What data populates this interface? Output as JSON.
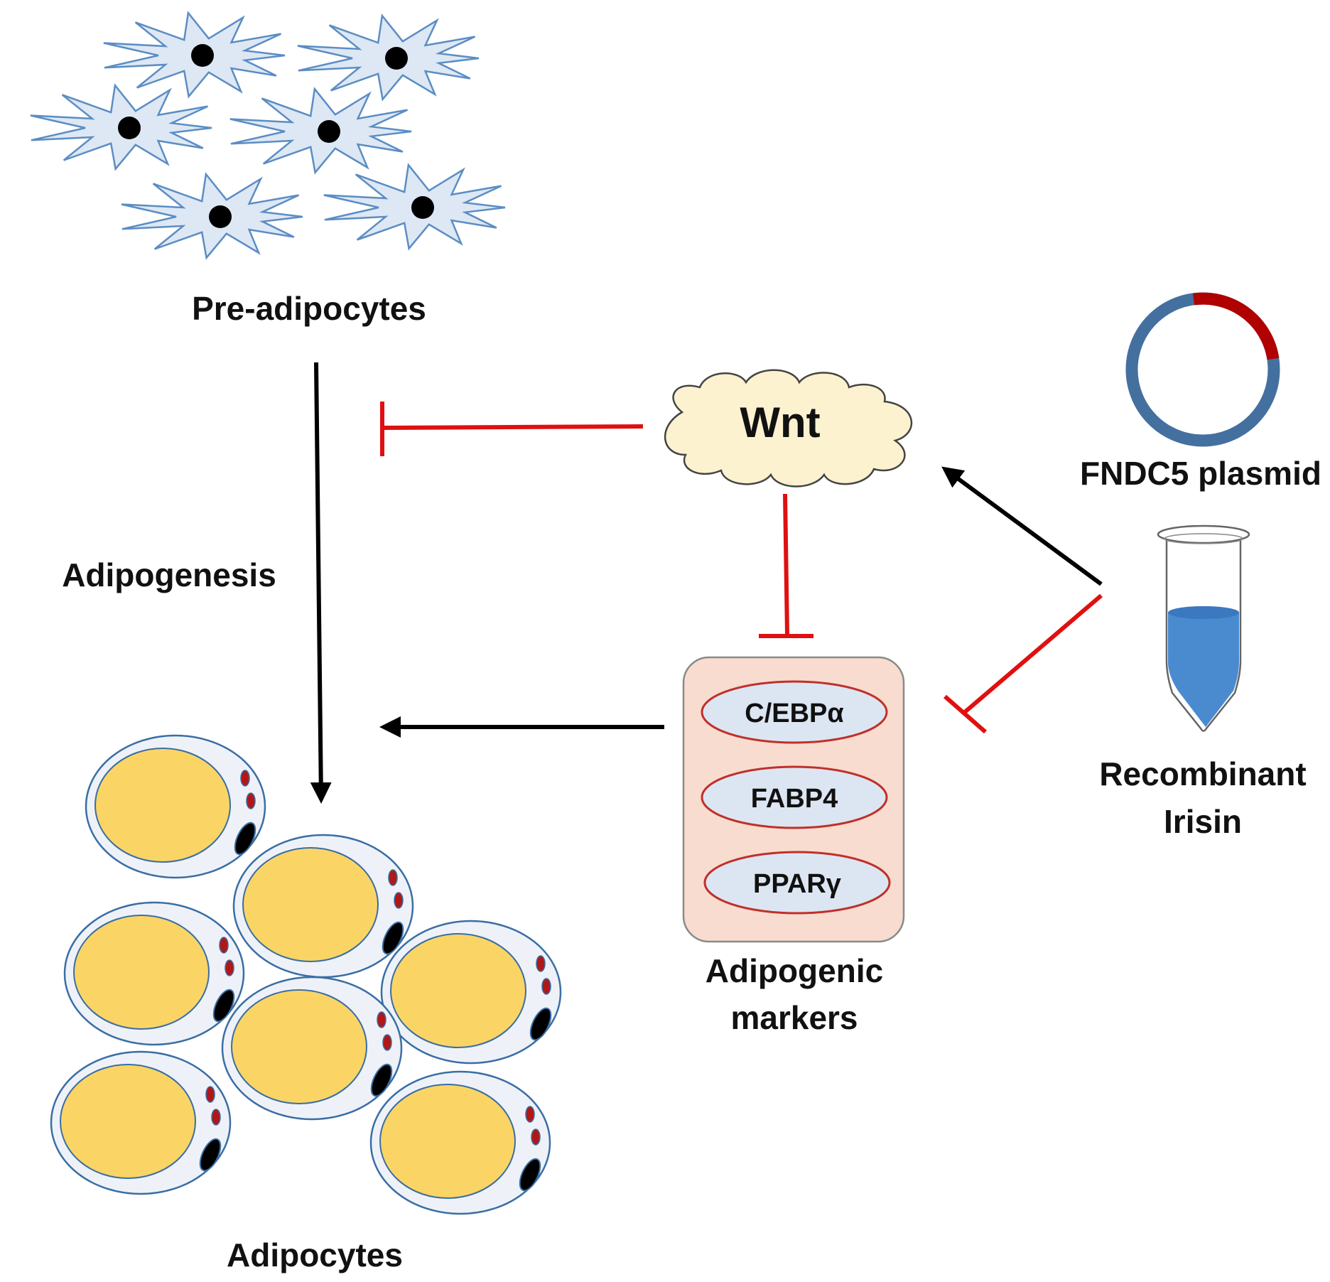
{
  "labels": {
    "pre_adipocytes": "Pre-adipocytes",
    "adipogenesis": "Adipogenesis",
    "adipocytes": "Adipocytes",
    "wnt": "Wnt",
    "fndc5_plasmid": "FNDC5 plasmid",
    "recombinant_line1": "Recombinant",
    "recombinant_line2": "Irisin",
    "markers_line1": "Adipogenic",
    "markers_line2": "markers"
  },
  "markers": [
    "C/EBPα",
    "FABP4",
    "PPARγ"
  ],
  "colors": {
    "activation": "#000000",
    "inhibition": "#e01010",
    "pre_adipocyte_fill": "#dde8f4",
    "pre_adipocyte_stroke": "#5b8dc4",
    "adipocyte_lipid": "#fad565",
    "adipocyte_cell_fill": "#eef2f8",
    "adipocyte_stroke": "#3a6ea5",
    "wnt_cloud": "#fdf2d0",
    "marker_box": "#f8dccf",
    "marker_oval": "#dce6f2",
    "marker_oval_stroke": "#c0302a",
    "plasmid_ring": "#44709f",
    "plasmid_insert": "#b00000",
    "tube_liquid": "#4a8bd0"
  },
  "icons": [
    "pre-adipocyte-cell-icon",
    "adipocyte-cell-icon",
    "wnt-cloud-icon",
    "fndc5-plasmid-icon",
    "recombinant-irisin-tube-icon"
  ]
}
